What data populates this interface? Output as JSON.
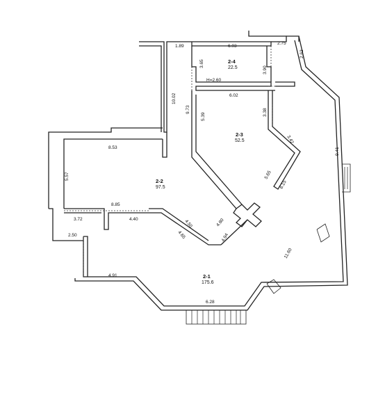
{
  "rooms": [
    {
      "id": "2-1",
      "area": "175.6"
    },
    {
      "id": "2-2",
      "area": "97.5"
    },
    {
      "id": "2-3",
      "area": "52.5"
    },
    {
      "id": "2-4",
      "area": "22.5"
    }
  ],
  "dimensions": {
    "d_1_89": "1.89",
    "d_6_03": "6.03",
    "d_2_75": "2.75",
    "d_2_62": "2.62",
    "d_3_65": "3.65",
    "d_3_90": "3.90",
    "d_h": "H=2.60",
    "d_6_02": "6.02",
    "d_10_02": "10.02",
    "d_9_73": "9.73",
    "d_5_39": "5.39",
    "d_3_38": "3.38",
    "d_3_42": "3.42",
    "d_9_41": "9.41",
    "d_8_53": "8.53",
    "d_5_57": "5.57",
    "d_5_65": "5.65",
    "d_6_15": "6.15",
    "d_8_85": "8.85",
    "d_3_72": "3.72",
    "d_4_40": "4.40",
    "d_4_50": "4.50",
    "d_4_80": "4.80",
    "d_4_65": "4.65",
    "d_4_94": "4.94",
    "d_2_50": "2.50",
    "d_11_60": "11.60",
    "d_4_91": "4.91",
    "d_6_28": "6.28"
  }
}
